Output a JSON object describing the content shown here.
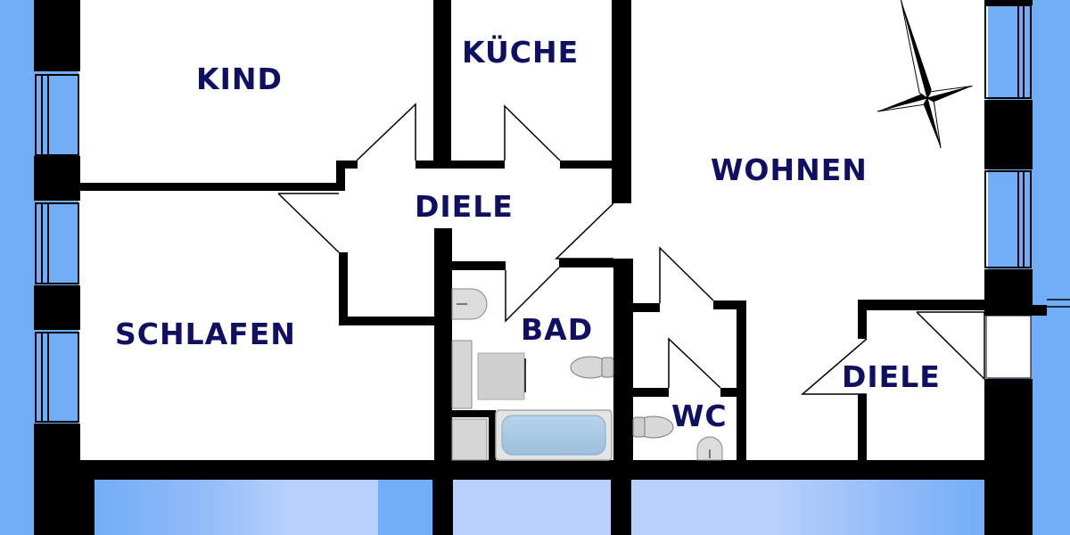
{
  "floor_plan": {
    "colors": {
      "outside": "#72adf7",
      "balcony_light": "#b8d0fb",
      "wall": "#000000",
      "floor": "#ffffff",
      "label": "#0f1063",
      "fixture": "#d2d2d2",
      "bathtub": "#a9c7e0"
    },
    "rooms": [
      {
        "id": "kind",
        "label": "KIND"
      },
      {
        "id": "kueche",
        "label": "KÜCHE"
      },
      {
        "id": "diele_center",
        "label": "DIELE"
      },
      {
        "id": "wohnen",
        "label": "WOHNEN"
      },
      {
        "id": "schlafen",
        "label": "SCHLAFEN"
      },
      {
        "id": "bad",
        "label": "BAD"
      },
      {
        "id": "wc",
        "label": "WC"
      },
      {
        "id": "diele_right",
        "label": "DIELE"
      }
    ],
    "icons": {
      "compass": "compass-rose-icon",
      "toilet": "toilet-icon",
      "sink": "sink-icon",
      "bathtub": "bathtub-icon",
      "washer": "washing-machine-icon"
    }
  }
}
